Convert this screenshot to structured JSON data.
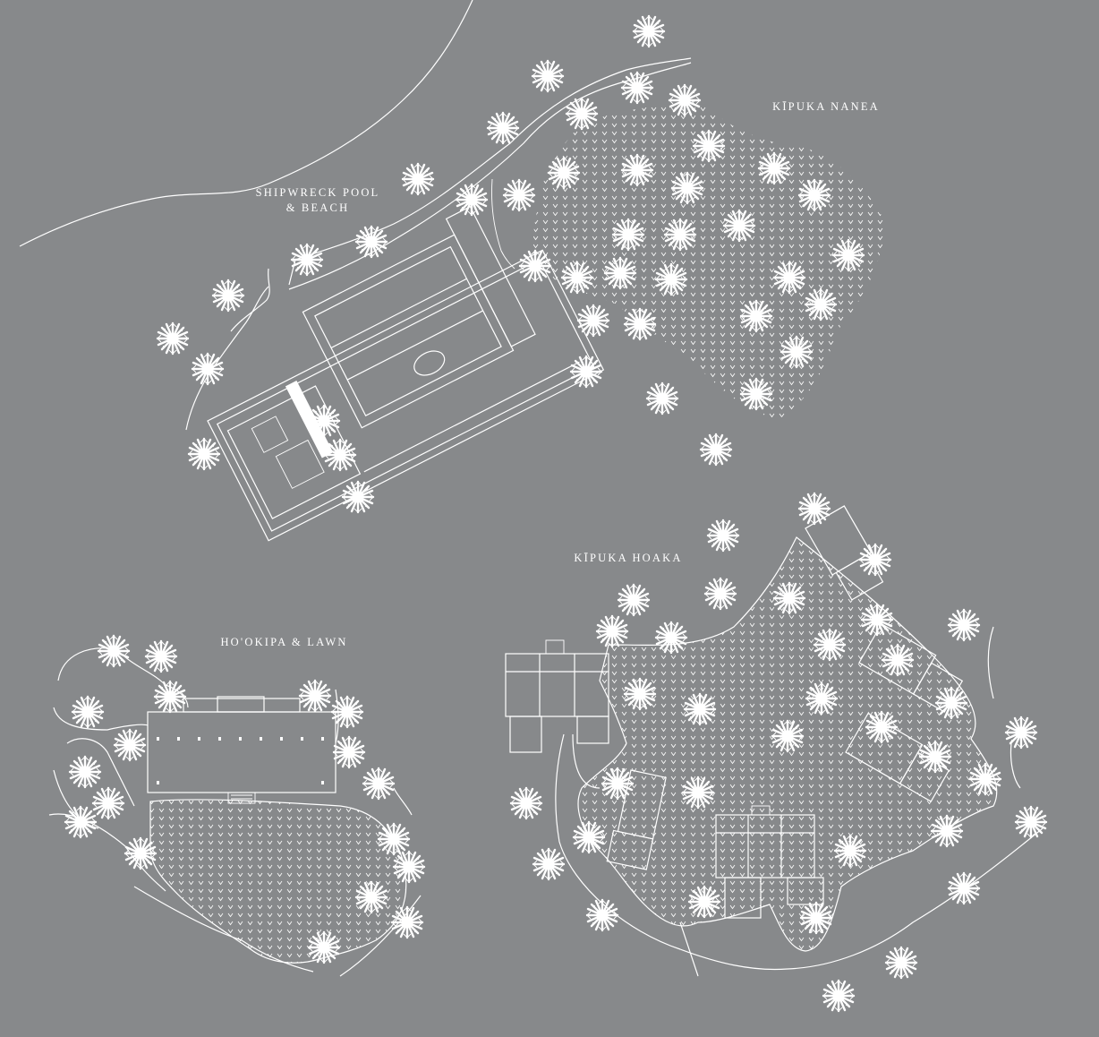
{
  "map": {
    "background_color": "#87898b",
    "line_color": "#ffffff",
    "labels": {
      "shipwreck_line1": "SHIPWRECK POOL",
      "shipwreck_line2": "& BEACH",
      "kipuka_nanea": "KĪPUKA NANEA",
      "kipuka_hoaka": "KĪPUKA HOAKA",
      "hookipa": "HO'OKIPA & LAWN"
    },
    "icons": {
      "tree": "palm-tree-icon",
      "lawn": "lawn-hatch-pattern"
    }
  }
}
